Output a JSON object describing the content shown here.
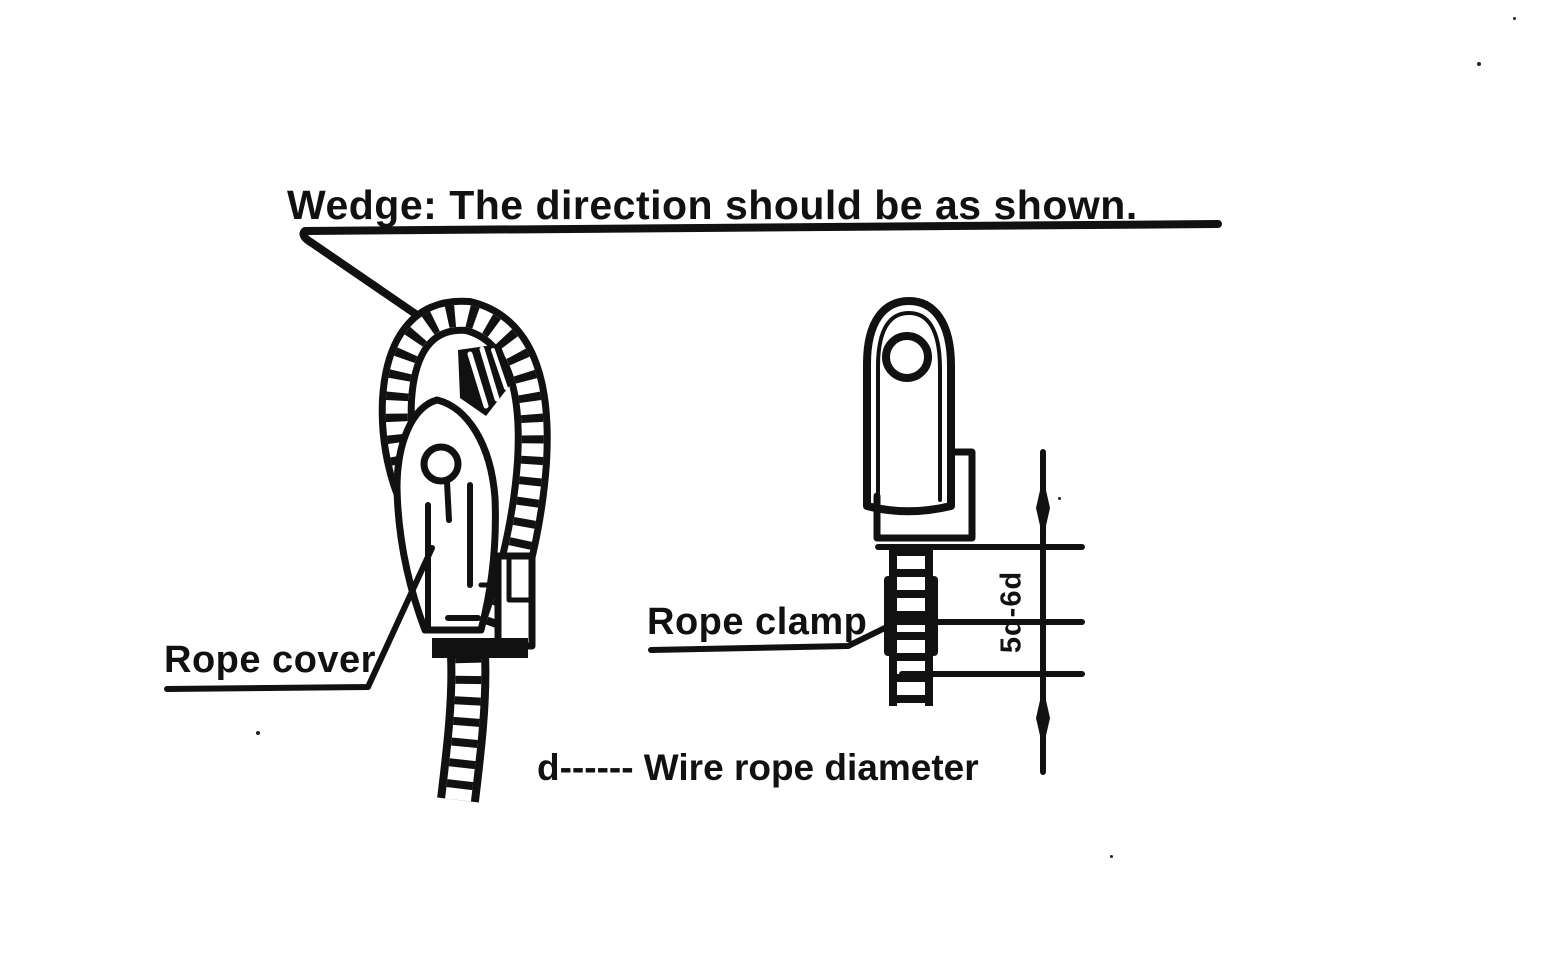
{
  "colors": {
    "paper": "#ffffff",
    "ink": "#111111"
  },
  "heading": "Wedge: The direction should be as shown.",
  "labels": {
    "rope_cover": "Rope cover",
    "rope_clamp": "Rope clamp",
    "clamp_spacing": "5d-6d",
    "diameter_legend": "d------ Wire rope diameter"
  }
}
